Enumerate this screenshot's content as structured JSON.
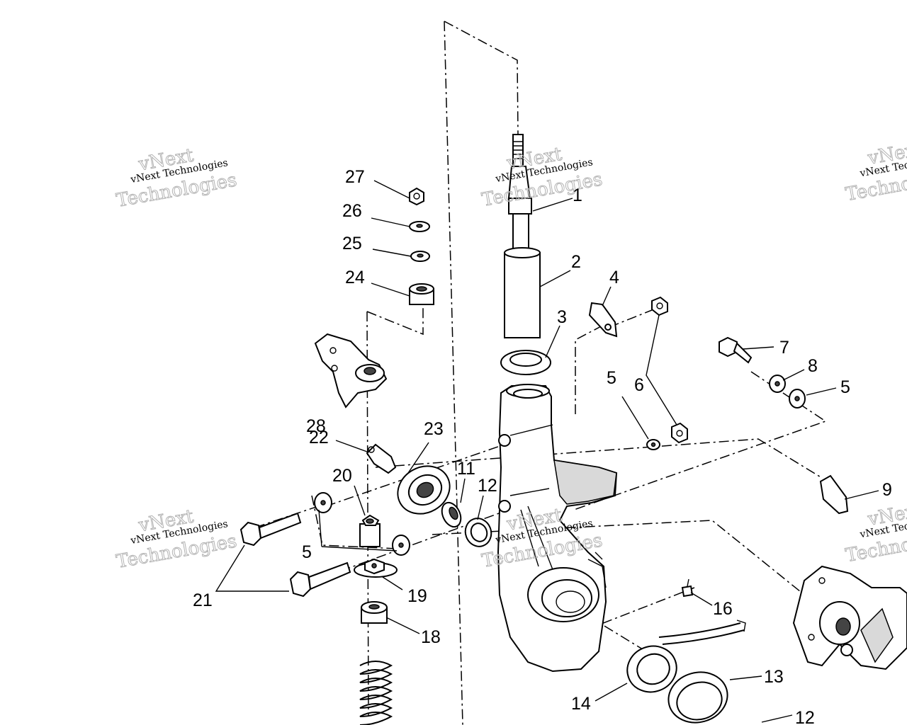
{
  "callouts": {
    "n1": "1",
    "n2": "2",
    "n3": "3",
    "n4": "4",
    "n5a": "5",
    "n5b": "5",
    "n5c": "5",
    "n6": "6",
    "n7": "7",
    "n8": "8",
    "n9": "9",
    "n11": "11",
    "n12a": "12",
    "n12b": "12",
    "n13": "13",
    "n14": "14",
    "n16": "16",
    "n18": "18",
    "n19": "19",
    "n20": "20",
    "n21": "21",
    "n22": "22",
    "n23": "23",
    "n24": "24",
    "n25": "25",
    "n26": "26",
    "n27": "27",
    "n28": "28"
  },
  "watermark": {
    "line1": "vNext Technologies",
    "line2": "vNext",
    "line3": "Technologies"
  }
}
